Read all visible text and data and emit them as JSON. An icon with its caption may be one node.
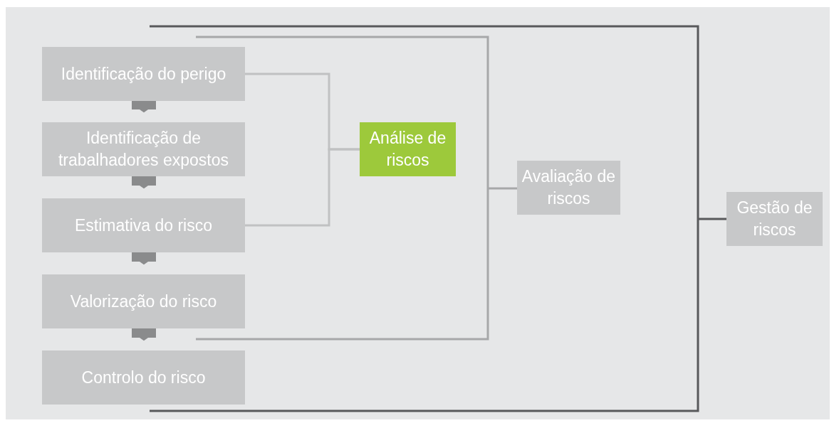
{
  "diagram": {
    "nodes": [
      {
        "text": [
          "Identificação do perigo"
        ]
      },
      {
        "text": [
          "Identificação de trabalhadores expostos"
        ]
      },
      {
        "text": [
          "Estimativa do risco"
        ]
      },
      {
        "text": [
          "Valorização do risco"
        ]
      },
      {
        "text": [
          "Controlo do risco"
        ]
      },
      {
        "text": [
          "Análise de riscos"
        ]
      },
      {
        "text": [
          "Avaliação de riscos"
        ]
      },
      {
        "text": [
          "Gestão de riscos"
        ]
      }
    ],
    "edges": [
      {
        "from": 0,
        "to": 1,
        "arrow": "to"
      },
      {
        "from": 1,
        "to": 2,
        "arrow": "to"
      },
      {
        "from": 2,
        "to": 3,
        "arrow": "to"
      },
      {
        "from": 3,
        "to": 4,
        "arrow": "to"
      },
      {
        "from": 0,
        "to": 5,
        "arrow": "none"
      },
      {
        "from": 2,
        "to": 5,
        "arrow": "none"
      }
    ]
  }
}
